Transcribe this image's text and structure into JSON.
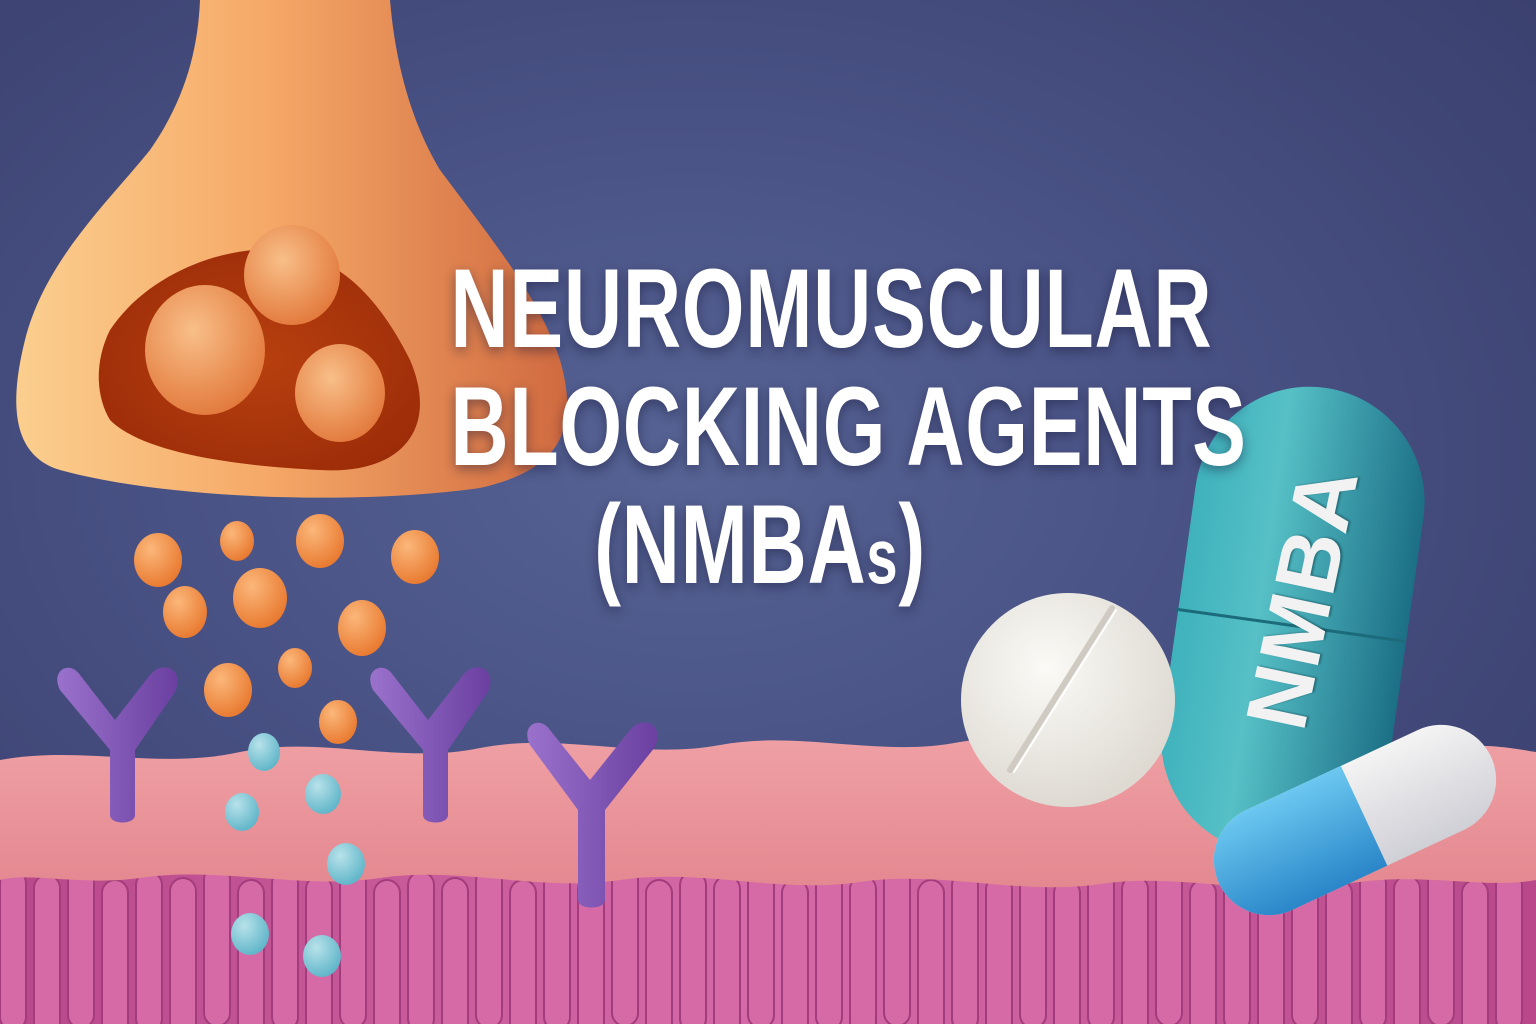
{
  "title": {
    "line1": "NEUROMUSCULAR",
    "line2": "BLOCKING AGENTS",
    "line3_main": "(NMBA",
    "line3_small": "s",
    "line3_close": ")"
  },
  "capsule": {
    "label": "NMBA"
  },
  "illustration": {
    "elements": [
      "nerve-terminal",
      "synaptic-vesicles",
      "neurotransmitter-particles",
      "blocker-particles",
      "receptors",
      "muscle-membrane",
      "tablet",
      "large-capsule",
      "small-capsule"
    ]
  },
  "colors": {
    "background": "#4a5386",
    "nerve": "#f0a060",
    "vesicle": "#ea8a4a",
    "receptor": "#7a4fb0",
    "membrane": "#e8909a",
    "membrane_folds": "#c85a96",
    "blocker": "#7fc4d6",
    "capsule_teal": "#2a9aa8",
    "capsule_blue": "#3aa6e0",
    "tablet": "#f3f1ec"
  }
}
